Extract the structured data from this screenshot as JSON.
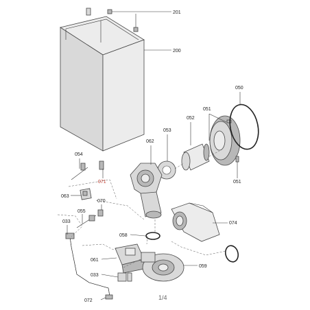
{
  "labels": {
    "l201": "201",
    "l200": "200",
    "l050": "050",
    "l051a": "051",
    "l051b": "051",
    "l052": "052",
    "l053": "053",
    "l062": "062",
    "l054": "054",
    "l071": "071",
    "l063": "063",
    "l070": "070",
    "l055": "055",
    "l033a": "033",
    "l074": "074",
    "l058": "058",
    "l061": "061",
    "l059": "059",
    "l033b": "033",
    "l072": "072"
  },
  "page_number": "1/4",
  "colors": {
    "label_red": "#c0392b"
  }
}
